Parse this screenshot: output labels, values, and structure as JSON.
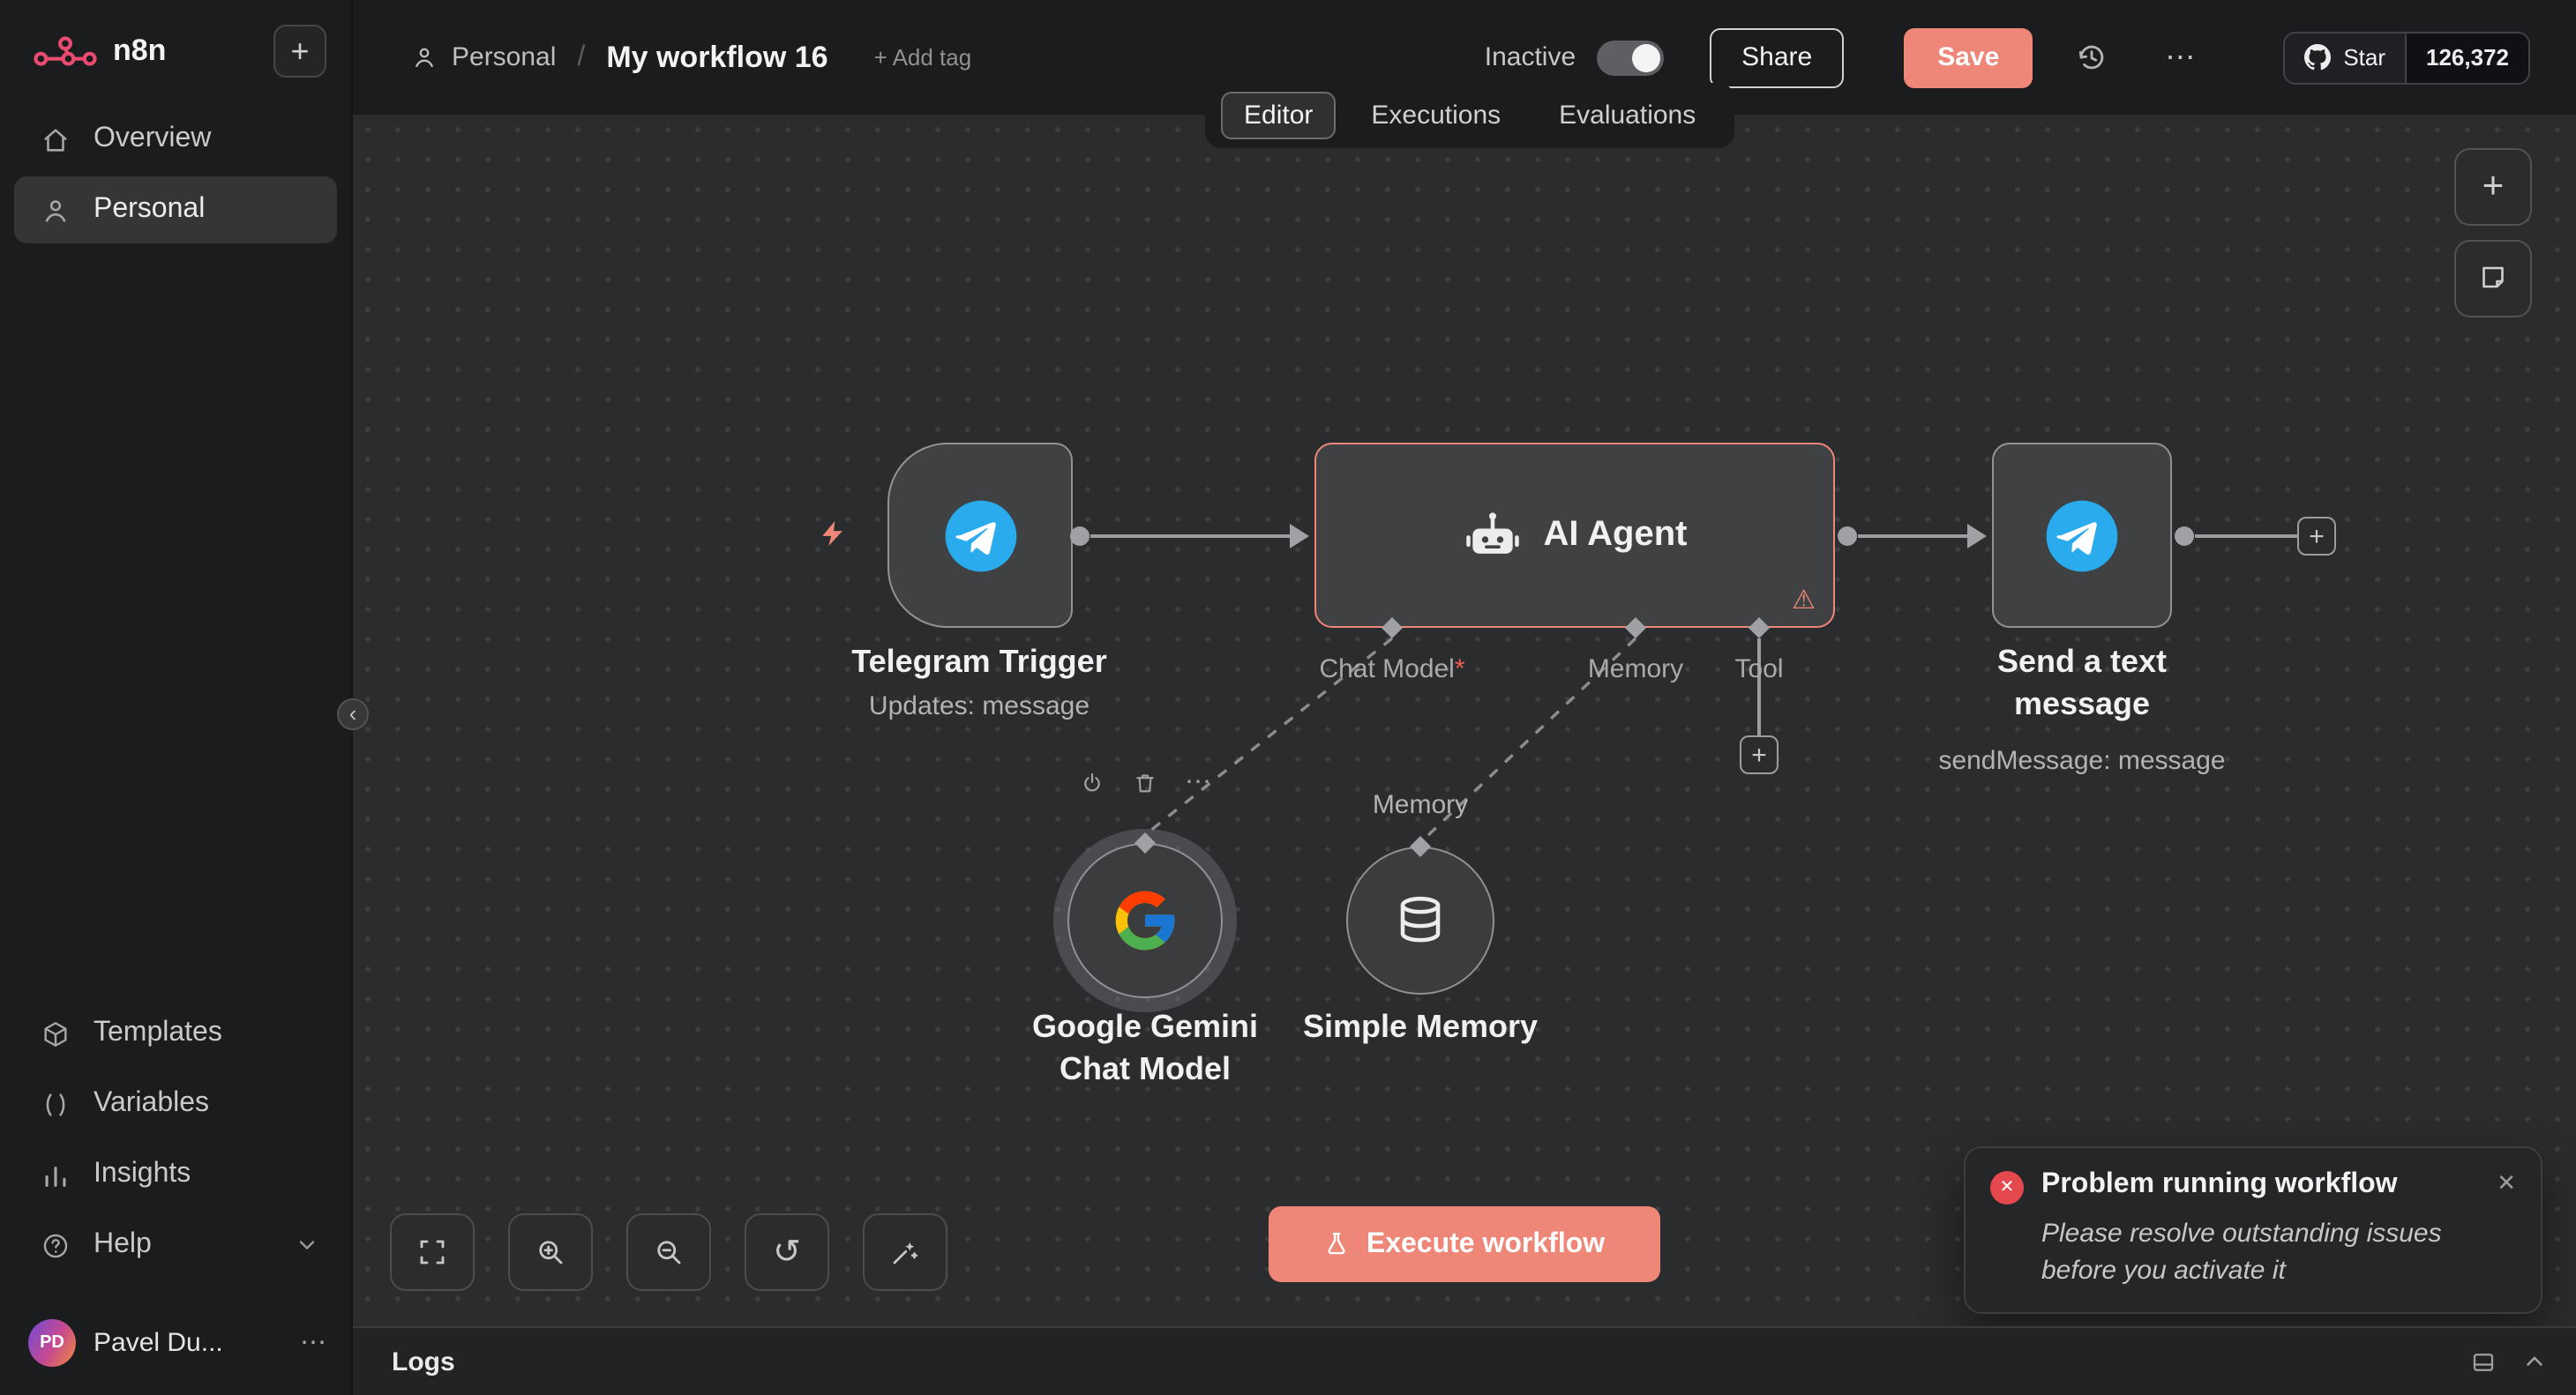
{
  "app": {
    "brand": "n8n"
  },
  "glyphs": {
    "plus": "+",
    "ellipsis": "⋯",
    "warning": "⚠",
    "close": "✕",
    "error_x": "✕",
    "undo": "↺",
    "collapse": "‹",
    "question": "?"
  },
  "sidebar": {
    "items": [
      {
        "label": "Overview"
      },
      {
        "label": "Personal"
      }
    ],
    "bottom_items": [
      {
        "label": "Templates"
      },
      {
        "label": "Variables"
      },
      {
        "label": "Insights"
      },
      {
        "label": "Help"
      }
    ],
    "user": {
      "initials": "PD",
      "name": "Pavel Du..."
    }
  },
  "header": {
    "project": "Personal",
    "separator": "/",
    "title": "My workflow 16",
    "add_tag": "+ Add tag",
    "status_label": "Inactive",
    "share_label": "Share",
    "save_label": "Save",
    "github_star": "Star",
    "github_count": "126,372"
  },
  "tabs": [
    {
      "label": "Editor"
    },
    {
      "label": "Executions"
    },
    {
      "label": "Evaluations"
    }
  ],
  "canvas": {
    "nodes": {
      "telegram_trigger": {
        "title": "Telegram Trigger",
        "subtitle": "Updates: message"
      },
      "ai_agent": {
        "title": "AI Agent",
        "ports": [
          {
            "label": "Chat Model",
            "required_marker": "*"
          },
          {
            "label": "Memory"
          },
          {
            "label": "Tool"
          }
        ]
      },
      "send_message": {
        "title": "Send a text message",
        "subtitle": "sendMessage: message"
      },
      "gemini": {
        "title": "Google Gemini Chat Model"
      },
      "simple_memory": {
        "title": "Simple Memory",
        "port_label": "Memory"
      }
    },
    "execute_label": "Execute workflow"
  },
  "toast": {
    "title": "Problem running workflow",
    "body": "Please resolve outstanding issues before you activate it"
  },
  "logs": {
    "label": "Logs"
  },
  "colors": {
    "accent": "#ee8778",
    "telegram_blue": "#2aabee",
    "error": "#e5484d"
  }
}
